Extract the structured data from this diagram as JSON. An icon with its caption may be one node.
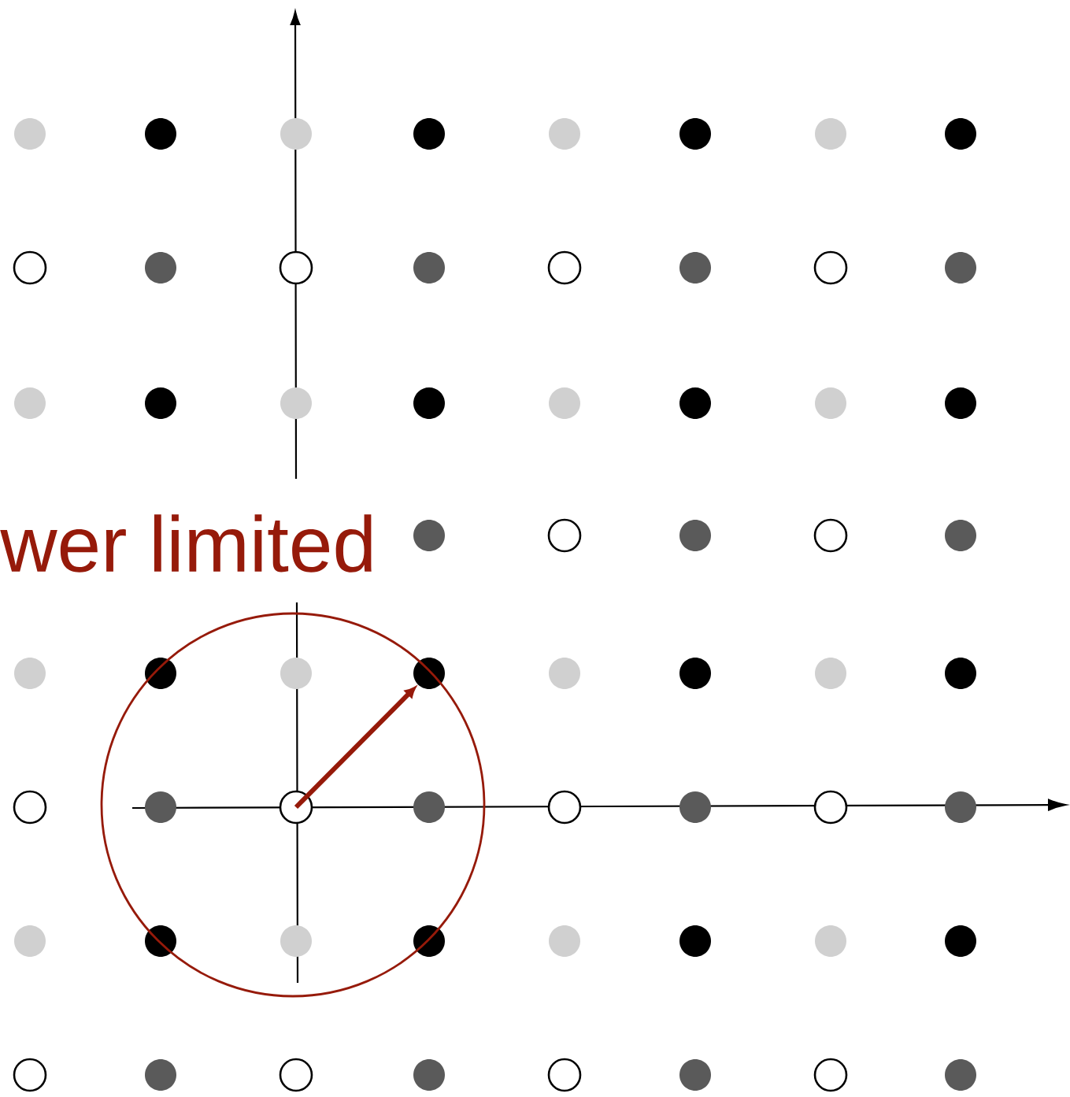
{
  "diagram": {
    "nodes": [
      {
        "text": [],
        "shape": "circle"
      },
      {
        "text": [],
        "shape": "circle"
      },
      {
        "text": [],
        "shape": "circle"
      },
      {
        "text": [],
        "shape": "circle"
      },
      {
        "text": [],
        "shape": "circle"
      },
      {
        "text": [],
        "shape": "circle"
      },
      {
        "text": [],
        "shape": "circle"
      },
      {
        "text": [],
        "shape": "circle"
      },
      {
        "text": [],
        "shape": "circle"
      },
      {
        "text": [],
        "shape": "circle"
      },
      {
        "text": [],
        "shape": "circle"
      },
      {
        "text": [],
        "shape": "circle"
      },
      {
        "text": [],
        "shape": "circle"
      },
      {
        "text": [],
        "shape": "circle"
      },
      {
        "text": [],
        "shape": "circle"
      },
      {
        "text": [],
        "shape": "circle"
      },
      {
        "text": [],
        "shape": "circle"
      },
      {
        "text": [],
        "shape": "circle"
      },
      {
        "text": [],
        "shape": "circle"
      },
      {
        "text": [],
        "shape": "circle"
      },
      {
        "text": [],
        "shape": "circle"
      },
      {
        "text": [],
        "shape": "circle"
      },
      {
        "text": [],
        "shape": "circle"
      },
      {
        "text": [],
        "shape": "circle"
      },
      {
        "text": [],
        "shape": "circle"
      },
      {
        "text": [],
        "shape": "circle"
      },
      {
        "text": [],
        "shape": "circle"
      },
      {
        "text": [],
        "shape": "circle"
      },
      {
        "text": [],
        "shape": "circle"
      },
      {
        "text": [],
        "shape": "circle"
      },
      {
        "text": [],
        "shape": "circle"
      },
      {
        "text": [],
        "shape": "circle"
      },
      {
        "text": [],
        "shape": "circle"
      },
      {
        "text": [],
        "shape": "circle"
      },
      {
        "text": [],
        "shape": "circle"
      },
      {
        "text": [],
        "shape": "circle"
      },
      {
        "text": [],
        "shape": "circle"
      },
      {
        "text": [],
        "shape": "circle"
      },
      {
        "text": [],
        "shape": "circle"
      },
      {
        "text": [],
        "shape": "circle"
      },
      {
        "text": [],
        "shape": "circle"
      },
      {
        "text": [],
        "shape": "circle"
      },
      {
        "text": [],
        "shape": "circle"
      },
      {
        "text": [],
        "shape": "circle"
      },
      {
        "text": [],
        "shape": "circle"
      },
      {
        "text": [],
        "shape": "circle"
      },
      {
        "text": [],
        "shape": "circle"
      },
      {
        "text": [],
        "shape": "circle"
      },
      {
        "text": [],
        "shape": "circle"
      },
      {
        "text": [],
        "shape": "circle"
      },
      {
        "text": [],
        "shape": "circle"
      },
      {
        "text": [],
        "shape": "circle"
      },
      {
        "text": [],
        "shape": "circle"
      },
      {
        "text": [],
        "shape": "circle"
      },
      {
        "text": [],
        "shape": "circle"
      },
      {
        "text": [],
        "shape": "circle"
      },
      {
        "text": [],
        "shape": "circle"
      },
      {
        "text": [],
        "shape": "circle"
      },
      {
        "text": [],
        "shape": "circle"
      },
      {
        "text": [],
        "shape": "circle"
      },
      {
        "text": [],
        "shape": "circle"
      }
    ],
    "edges": [
      {
        "from": 39,
        "to": 32,
        "arrow": "to",
        "color": "#961a0a"
      }
    ],
    "labels": [
      "wer limited"
    ]
  }
}
